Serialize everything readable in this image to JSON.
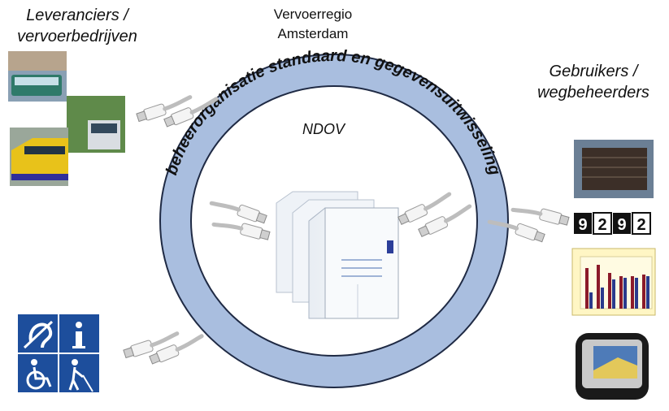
{
  "labels": {
    "suppliers_line1": "Leveranciers /",
    "suppliers_line2": "vervoerbedrijven",
    "region_line1": "Vervoerregio",
    "region_line2": "Amsterdam",
    "users_line1": "Gebruikers /",
    "users_line2": "wegbeheerders",
    "ring_text": "beheerorganisatie standaard en gegevensuitwisseling",
    "center": "NDOV"
  },
  "display": {
    "digits": [
      "9",
      "2",
      "9",
      "2"
    ]
  },
  "colors": {
    "ring": "#a9bedf",
    "ring_stroke": "#1f2a44",
    "accessibility_blue": "#1d4e9c",
    "bar_red": "#8b1a2a",
    "bar_blue": "#2a3a8c"
  },
  "icons": [
    "usb-cable-icon",
    "server-icon",
    "hearing-loop-icon",
    "info-icon",
    "wheelchair-icon",
    "blind-person-icon",
    "gps-device-icon"
  ]
}
